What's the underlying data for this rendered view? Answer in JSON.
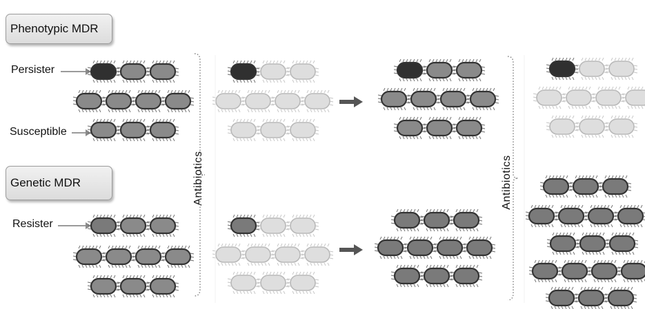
{
  "boxes": {
    "phenotypic": "Phenotypic MDR",
    "genetic": "Genetic MDR"
  },
  "labels": {
    "persister": "Persister",
    "susceptible": "Susceptible",
    "resister": "Resister"
  },
  "treatment_label": "Antibiotics",
  "colors": {
    "persister": "#303030",
    "susceptible": "#8a8a8a",
    "dead": "#dedede",
    "resister": "#7a7a7a",
    "outline": "#333333",
    "dead_outline": "#b8b8b8",
    "arrow": "#555555",
    "bracket": "#888888"
  },
  "populations": {
    "phenotypic_initial": [
      [
        "persister",
        "susceptible",
        "susceptible"
      ],
      [
        "susceptible",
        "susceptible",
        "susceptible",
        "susceptible"
      ],
      [
        "susceptible",
        "susceptible",
        "susceptible"
      ]
    ],
    "phenotypic_after_treatment": [
      [
        "persister",
        "dead",
        "dead"
      ],
      [
        "dead",
        "dead",
        "dead",
        "dead"
      ],
      [
        "dead",
        "dead",
        "dead"
      ]
    ],
    "phenotypic_regrowth": [
      [
        "persister",
        "susceptible",
        "susceptible"
      ],
      [
        "susceptible",
        "susceptible",
        "susceptible",
        "susceptible"
      ],
      [
        "susceptible",
        "susceptible",
        "susceptible"
      ]
    ],
    "phenotypic_second_treatment": [
      [
        "persister",
        "dead",
        "dead"
      ],
      [
        "dead",
        "dead",
        "dead",
        "dead"
      ],
      [
        "dead",
        "dead",
        "dead"
      ]
    ],
    "genetic_initial": [
      [
        "resister",
        "susceptible",
        "susceptible"
      ],
      [
        "susceptible",
        "susceptible",
        "susceptible",
        "susceptible"
      ],
      [
        "susceptible",
        "susceptible",
        "susceptible"
      ]
    ],
    "genetic_after_treatment": [
      [
        "resister",
        "dead",
        "dead"
      ],
      [
        "dead",
        "dead",
        "dead",
        "dead"
      ],
      [
        "dead",
        "dead",
        "dead"
      ]
    ],
    "genetic_regrowth": [
      [
        "resister",
        "resister",
        "resister"
      ],
      [
        "resister",
        "resister",
        "resister",
        "resister"
      ],
      [
        "resister",
        "resister",
        "resister"
      ]
    ],
    "genetic_second_treatment": [
      [
        "resister",
        "resister",
        "resister"
      ],
      [
        "resister",
        "resister",
        "resister",
        "resister"
      ],
      [
        "resister",
        "resister",
        "resister"
      ],
      [
        "resister",
        "resister",
        "resister",
        "resister"
      ],
      [
        "resister",
        "resister",
        "resister"
      ]
    ]
  }
}
